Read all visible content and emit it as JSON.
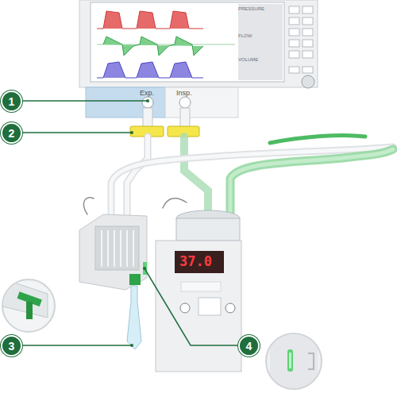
{
  "diagram": {
    "nodes": [
      {
        "text": [
          "1"
        ]
      },
      {
        "text": [
          "2"
        ]
      },
      {
        "text": [
          "3"
        ]
      },
      {
        "text": [
          "4"
        ]
      }
    ],
    "labels": [
      "PRESSURE",
      "FLOW",
      "VOLUME",
      "Exp.",
      "Insp.",
      "37.0"
    ]
  }
}
